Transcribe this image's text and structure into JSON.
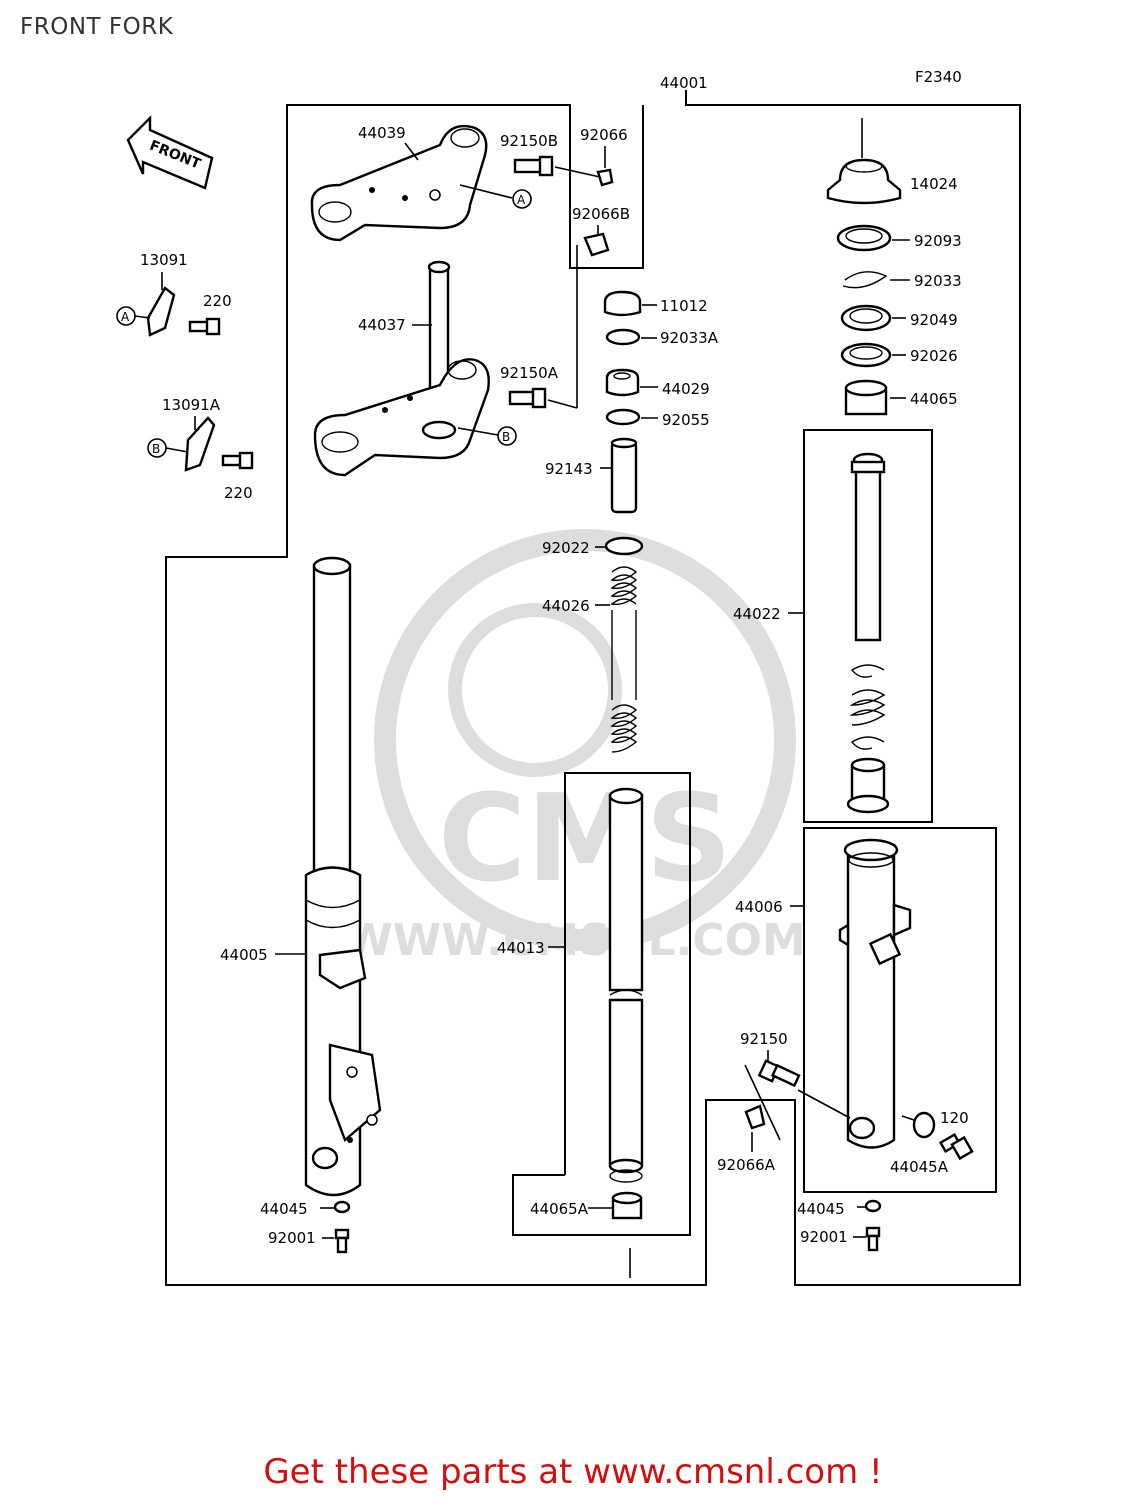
{
  "header": {
    "title": "FRONT FORK"
  },
  "figure_code": "F2340",
  "front_arrow_label": "FRONT",
  "watermark": {
    "logo_text": "CMS",
    "url_text": "WWW.CMSNL.COM"
  },
  "callout_markers": {
    "a": "A",
    "b": "B"
  },
  "part_labels": {
    "p44001": "44001",
    "p44039": "44039",
    "p92150B": "92150B",
    "p92066": "92066",
    "p92066B": "92066B",
    "p13091": "13091",
    "p220_a": "220",
    "p44037": "44037",
    "p92150A": "92150A",
    "p13091A": "13091A",
    "p220_b": "220",
    "p14024": "14024",
    "p92093": "92093",
    "p92033": "92033",
    "p92049": "92049",
    "p92026": "92026",
    "p44065": "44065",
    "p11012": "11012",
    "p92033A": "92033A",
    "p44029": "44029",
    "p92055": "92055",
    "p92143": "92143",
    "p92022": "92022",
    "p44026": "44026",
    "p44022": "44022",
    "p44005": "44005",
    "p44013": "44013",
    "p44006": "44006",
    "p92150": "92150",
    "p120": "120",
    "p44045A": "44045A",
    "p92066A": "92066A",
    "p44045_l": "44045",
    "p92001_l": "92001",
    "p44065A": "44065A",
    "p44045_r": "44045",
    "p92001_r": "92001"
  },
  "footer": {
    "cta_text": "Get these parts at www.cmsnl.com !",
    "color": "#d01010"
  }
}
